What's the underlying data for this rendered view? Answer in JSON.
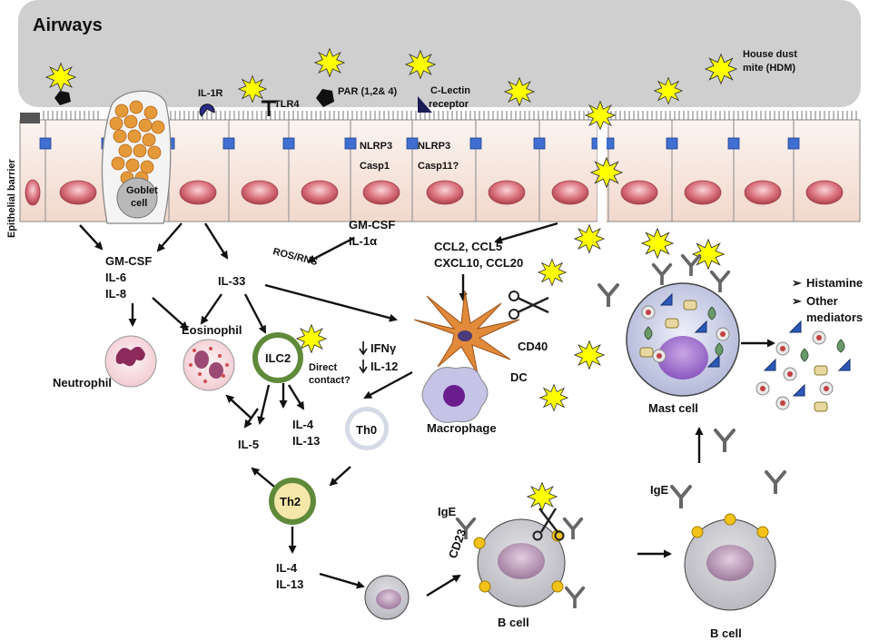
{
  "labels": {
    "airways": "Airways",
    "epithelial_barrier": "Epithelial barrier",
    "house_dust_mite_1": "House dust",
    "house_dust_mite_2": "mite (HDM)",
    "il1r": "IL-1R",
    "tlr4": "TLR4",
    "par": "PAR (1,2& 4)",
    "c_lectin_1": "C-Lectin",
    "c_lectin_2": "receptor",
    "nlrp3_a": "NLRP3",
    "casp1": "Casp1",
    "nlrp3_b": "NLRP3",
    "casp11": "Casp11?",
    "goblet_1": "Goblet",
    "goblet_2": "cell",
    "gmcsf_left": "GM-CSF",
    "il6": "IL-6",
    "il8": "IL-8",
    "gmcsf_mid": "GM-CSF",
    "il1a": "IL-1α",
    "ros_rns": "ROS/RNS",
    "il33": "IL-33",
    "ccl_1": "CCL2, CCL5",
    "ccl_2": "CXCL10, CCL20",
    "neutrophil": "Neutrophil",
    "eosinophil": "Eosinophil",
    "ilc2": "ILC2",
    "direct_1": "Direct",
    "direct_2": "contact?",
    "ifng": "IFNγ",
    "il12": "IL-12",
    "cd40": "CD40",
    "dc": "DC",
    "macrophage": "Macrophage",
    "th0": "Th0",
    "il4_a": "IL-4",
    "il13_a": "IL-13",
    "il5": "IL-5",
    "th2": "Th2",
    "il4_b": "IL-4",
    "il13_b": "IL-13",
    "mast_cell": "Mast cell",
    "histamine": "Histamine",
    "other_1": "Other",
    "other_2": "mediators",
    "ige_1": "IgE",
    "cd23": "CD23",
    "b_cell_1": "B cell",
    "ige_2": "IgE",
    "b_cell_2": "B cell"
  },
  "colors": {
    "airway_bg": "#cfcfcf",
    "epithelium": "#f7e6de",
    "nucleus": "#d9707b",
    "tight_junction": "#3f6fd0",
    "allergen": "#ffff00",
    "ilc2_ring": "#5f8a3a",
    "th2_ring": "#5f8a3a",
    "dc_body": "#e08a3a",
    "b_cell": "#c8c8cc",
    "b_nucleus": "#b79ab5",
    "fc_receptor": "#f3c21a",
    "mast_cell": "#c9cde3"
  }
}
